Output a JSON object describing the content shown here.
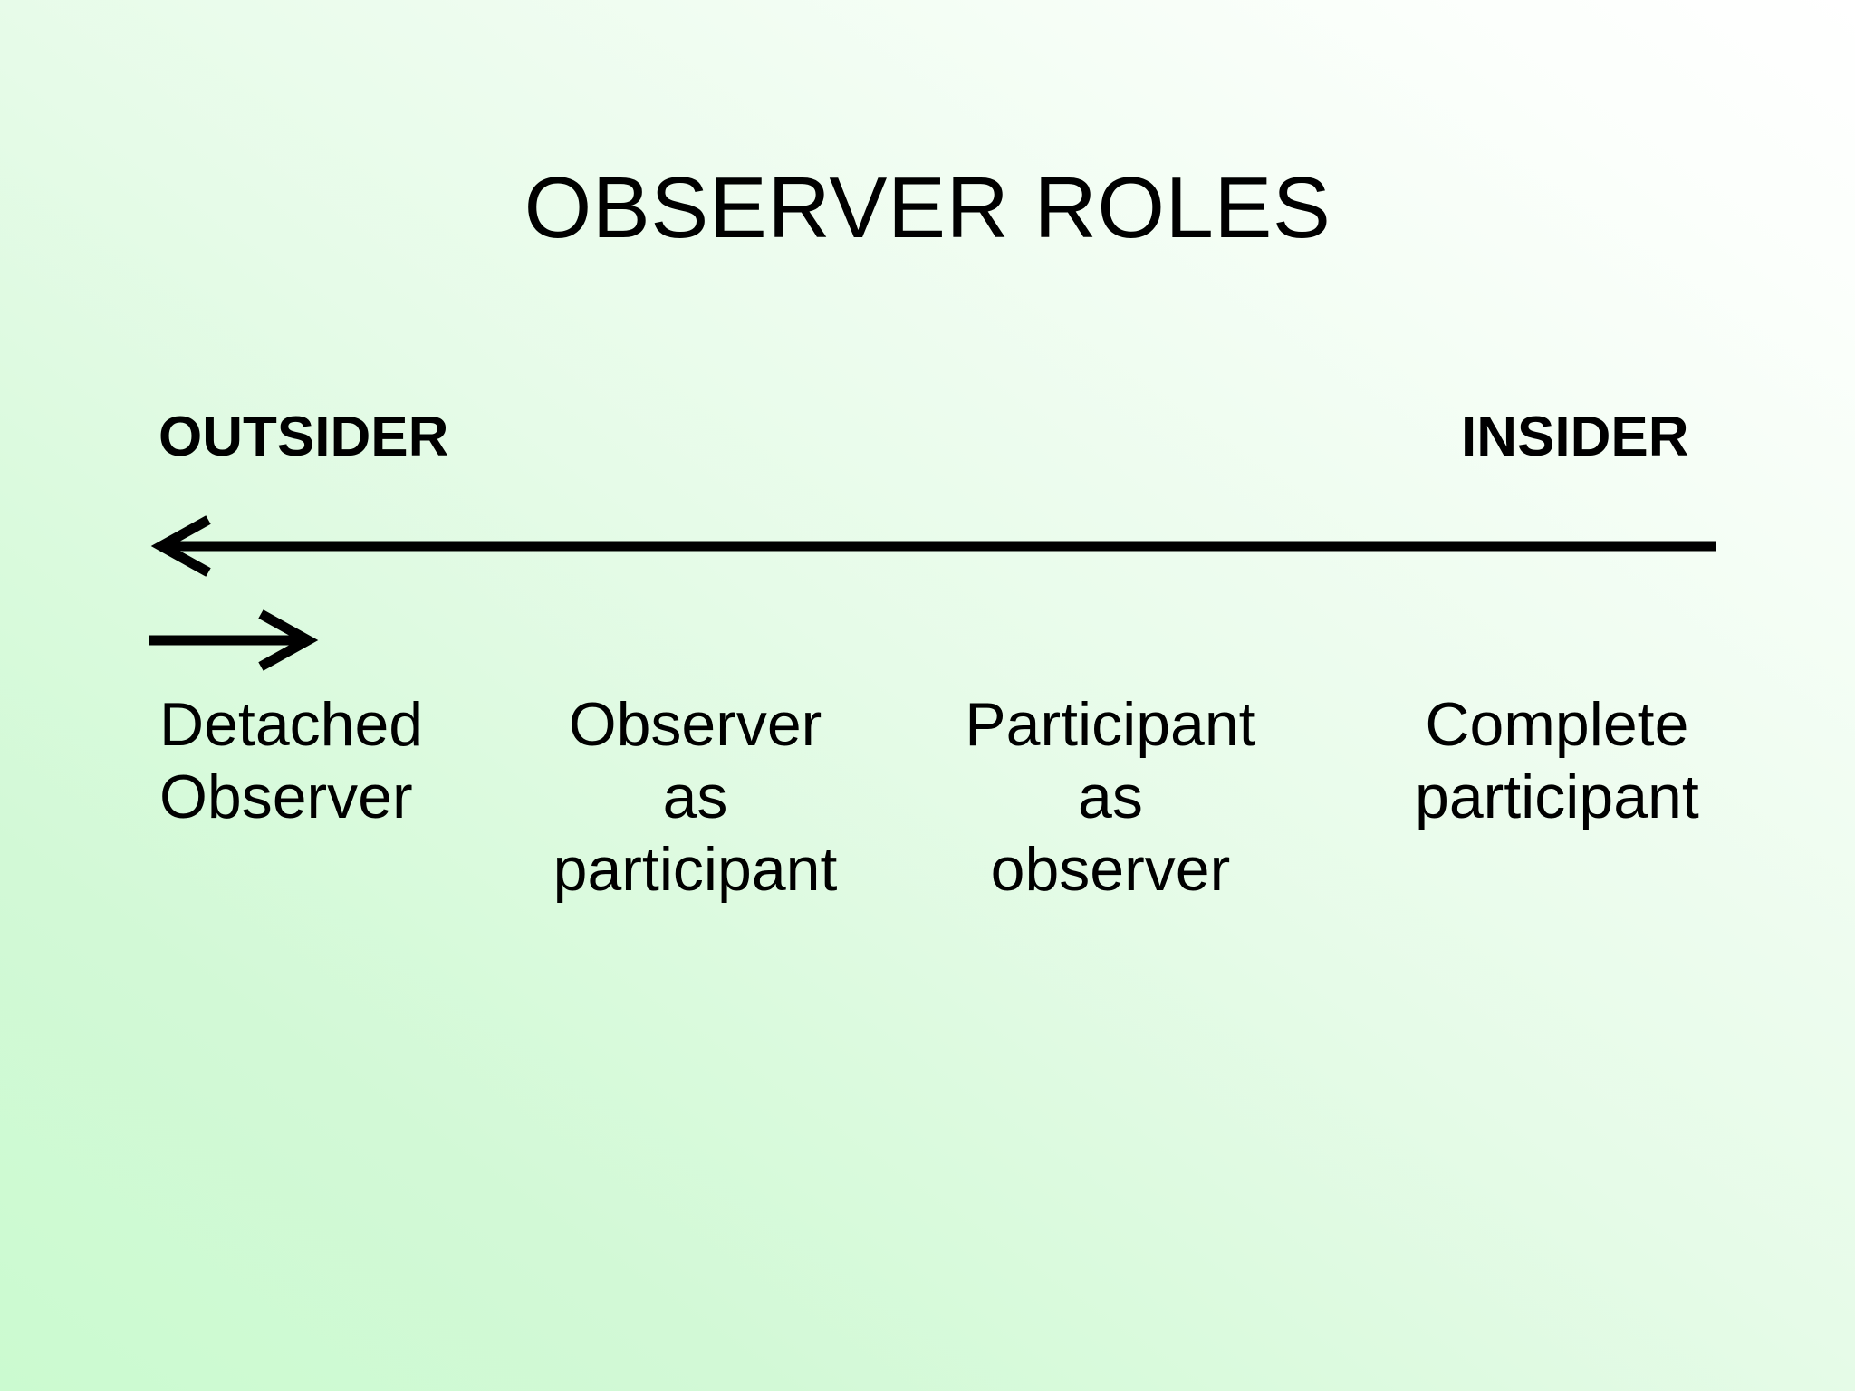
{
  "slide": {
    "title": "OBSERVER ROLES",
    "background": {
      "from_color": "#ffffff",
      "to_color": "#cbfad0"
    },
    "text_color": "#000000"
  },
  "continuum": {
    "left_pole_label": "OUTSIDER",
    "right_pole_label": "INSIDER",
    "arrows": [
      {
        "name": "long-left-arrow",
        "direction": "left",
        "icon": "arrow-left-icon"
      },
      {
        "name": "short-right-arrow",
        "direction": "right",
        "icon": "arrow-right-icon"
      }
    ]
  },
  "roles": [
    {
      "lines": [
        "Detached",
        "Observer"
      ],
      "line_0": "Detached",
      "line_1": "Observer"
    },
    {
      "lines": [
        "Observer",
        "as",
        "participant"
      ],
      "line_0": "Observer",
      "line_1": "as",
      "line_2": "participant"
    },
    {
      "lines": [
        "Participant",
        "as",
        "observer"
      ],
      "line_0": "Participant",
      "line_1": "as",
      "line_2": "observer"
    },
    {
      "lines": [
        "Complete",
        "participant"
      ],
      "line_0": "Complete",
      "line_1": "participant"
    }
  ]
}
